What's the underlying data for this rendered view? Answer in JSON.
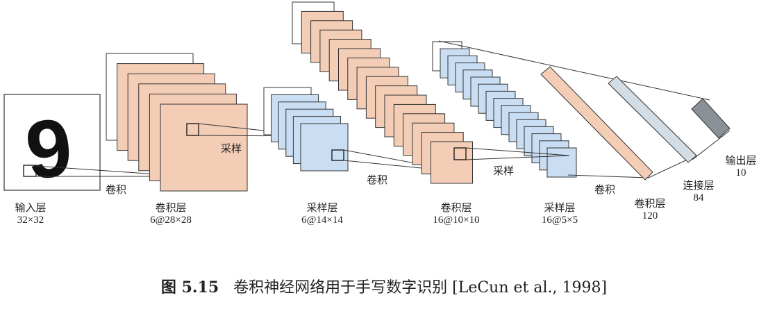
{
  "colors": {
    "conv_fill": "#f4cdb6",
    "pool_fill": "#c9def3",
    "fc_fill": "#d3dde6",
    "output_fill": "#8a9098",
    "stroke": "#333333",
    "digit": "#111111"
  },
  "input_digit": "9",
  "layers": [
    {
      "name": "输入层",
      "size": "32×32"
    },
    {
      "name": "卷积层",
      "size": "6@28×28"
    },
    {
      "name": "采样层",
      "size": "6@14×14"
    },
    {
      "name": "卷积层",
      "size": "16@10×10"
    },
    {
      "name": "采样层",
      "size": "16@5×5"
    },
    {
      "name": "卷积层",
      "size": "120"
    },
    {
      "name": "连接层",
      "size": "84"
    },
    {
      "name": "输出层",
      "size": "10"
    }
  ],
  "operations": {
    "conv1": "卷积",
    "pool1": "采样",
    "conv2": "卷积",
    "pool2": "采样",
    "conv3": "卷积"
  },
  "caption": {
    "figure_number": "图 5.15",
    "text": "卷积神经网络用于手写数字识别 [LeCun et al., 1998]"
  }
}
